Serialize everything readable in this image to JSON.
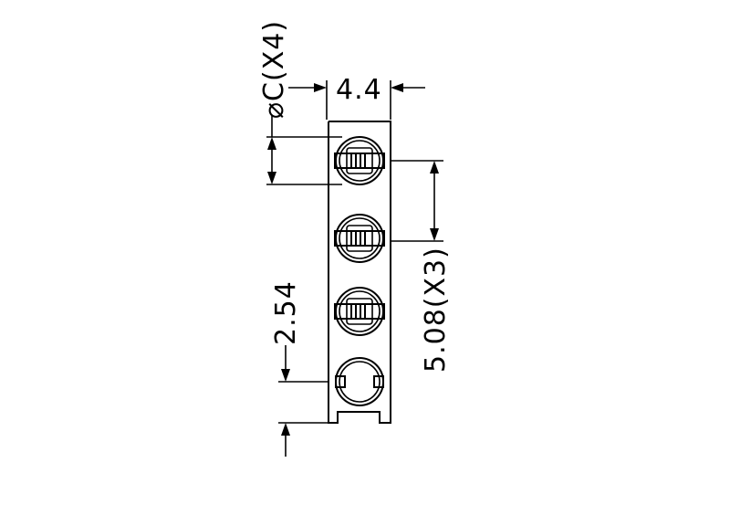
{
  "dimensions": {
    "width_label": "4.4",
    "hole_label": "⌀C(X4)",
    "pitch_label": "5.08(X3)",
    "offset_label": "2.54"
  },
  "part": {
    "hole_count": 4
  }
}
